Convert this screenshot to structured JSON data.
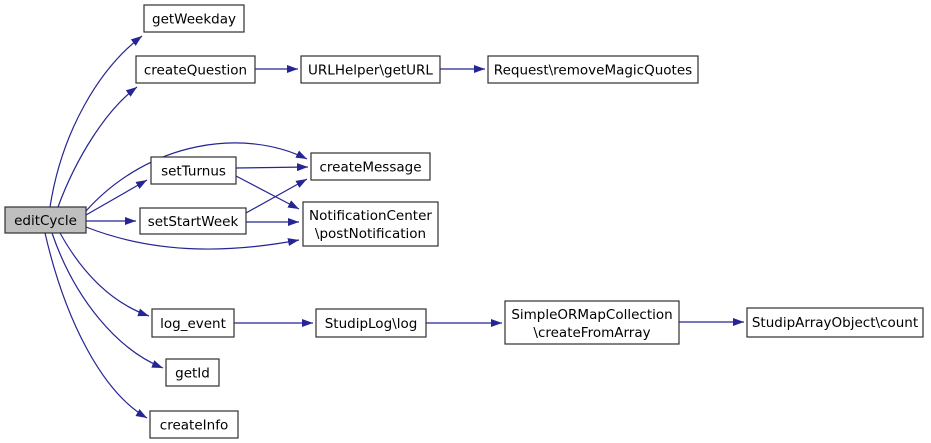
{
  "diagram": {
    "type": "call-graph",
    "focus_node": "editCycle"
  },
  "colors": {
    "background": "#ffffff",
    "edge": "#252593",
    "node_border": "#303030",
    "node_fill": "#ffffff",
    "focus_fill": "#bfbfbf",
    "text": "#000000"
  },
  "nodes": [
    {
      "id": "editCycle",
      "label": "editCycle"
    },
    {
      "id": "getWeekday",
      "label": "getWeekday"
    },
    {
      "id": "createQuestion",
      "label": "createQuestion"
    },
    {
      "id": "URLHelper_getURL",
      "label": "URLHelper\\getURL"
    },
    {
      "id": "Request_removeMagicQuotes",
      "label": "Request\\removeMagicQuotes"
    },
    {
      "id": "setTurnus",
      "label": "setTurnus"
    },
    {
      "id": "createMessage",
      "label": "createMessage"
    },
    {
      "id": "setStartWeek",
      "label": "setStartWeek"
    },
    {
      "id": "NotificationCenter_postNotification",
      "lines": [
        "NotificationCenter",
        "\\postNotification"
      ]
    },
    {
      "id": "log_event",
      "label": "log_event"
    },
    {
      "id": "StudipLog_log",
      "label": "StudipLog\\log"
    },
    {
      "id": "SimpleORMapCollection_createFromArray",
      "lines": [
        "SimpleORMapCollection",
        "\\createFromArray"
      ]
    },
    {
      "id": "StudipArrayObject_count",
      "label": "StudipArrayObject\\count"
    },
    {
      "id": "getId",
      "label": "getId"
    },
    {
      "id": "createInfo",
      "label": "createInfo"
    }
  ],
  "edges": [
    {
      "from": "editCycle",
      "to": "getWeekday"
    },
    {
      "from": "editCycle",
      "to": "createQuestion"
    },
    {
      "from": "editCycle",
      "to": "createMessage"
    },
    {
      "from": "editCycle",
      "to": "setTurnus"
    },
    {
      "from": "editCycle",
      "to": "setStartWeek"
    },
    {
      "from": "editCycle",
      "to": "NotificationCenter_postNotification"
    },
    {
      "from": "editCycle",
      "to": "log_event"
    },
    {
      "from": "editCycle",
      "to": "getId"
    },
    {
      "from": "editCycle",
      "to": "createInfo"
    },
    {
      "from": "createQuestion",
      "to": "URLHelper_getURL"
    },
    {
      "from": "URLHelper_getURL",
      "to": "Request_removeMagicQuotes"
    },
    {
      "from": "setTurnus",
      "to": "createMessage"
    },
    {
      "from": "setTurnus",
      "to": "NotificationCenter_postNotification"
    },
    {
      "from": "setStartWeek",
      "to": "createMessage"
    },
    {
      "from": "setStartWeek",
      "to": "NotificationCenter_postNotification"
    },
    {
      "from": "log_event",
      "to": "StudipLog_log"
    },
    {
      "from": "StudipLog_log",
      "to": "SimpleORMapCollection_createFromArray"
    },
    {
      "from": "SimpleORMapCollection_createFromArray",
      "to": "StudipArrayObject_count"
    }
  ]
}
